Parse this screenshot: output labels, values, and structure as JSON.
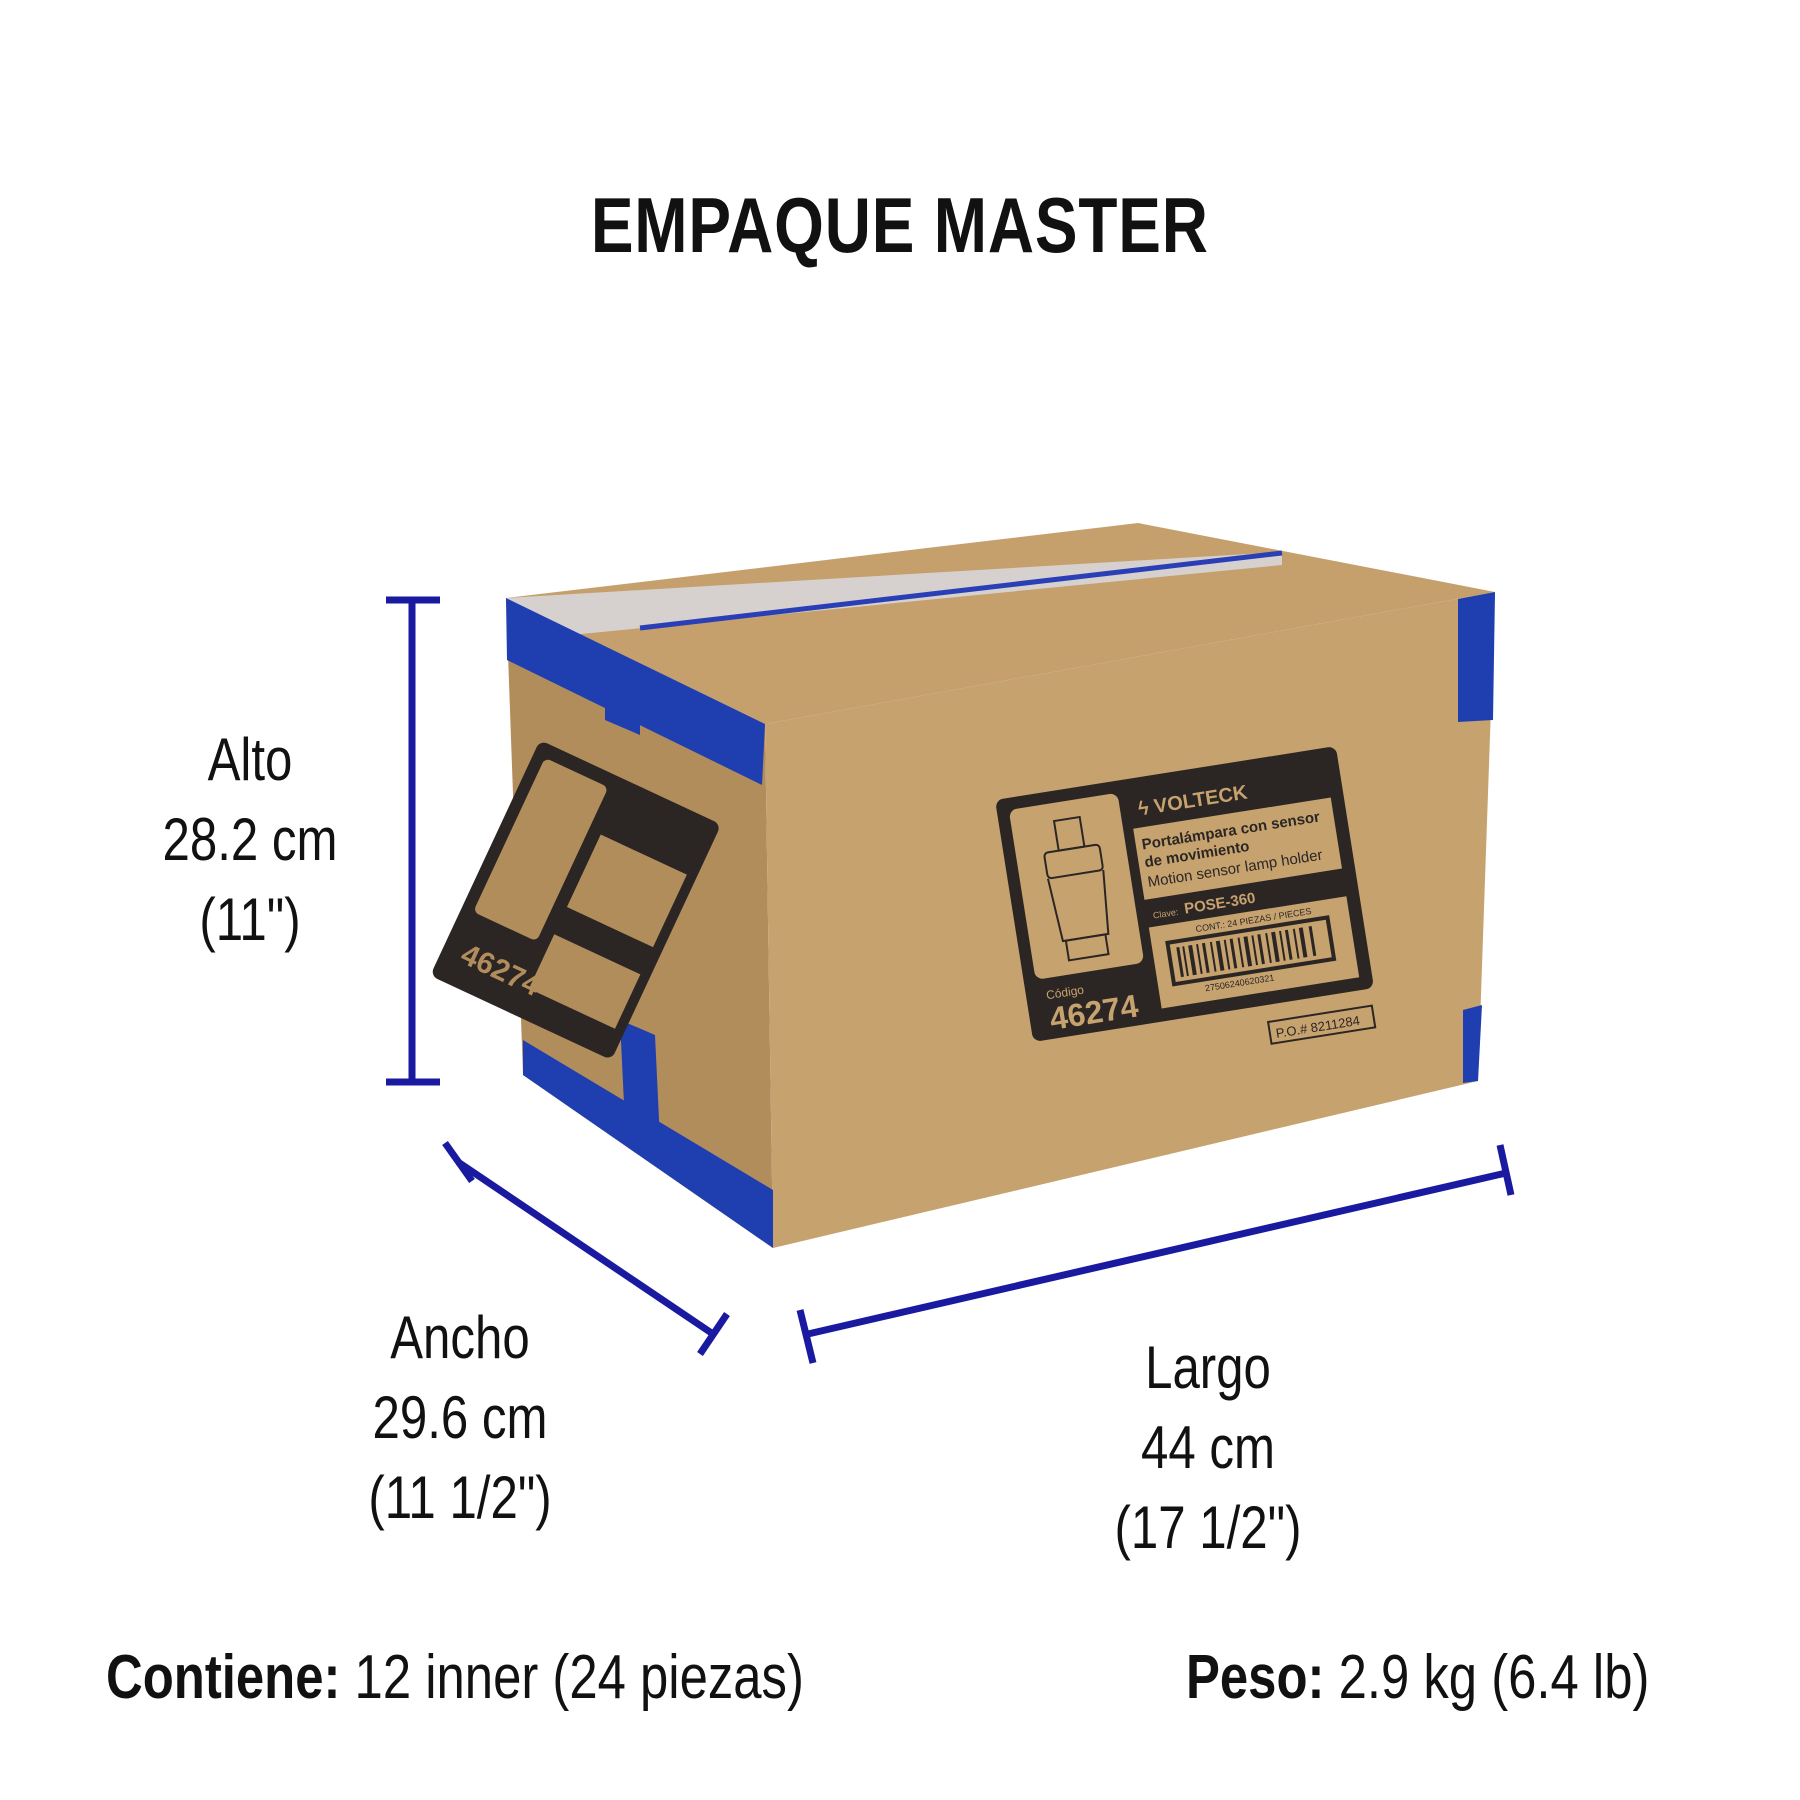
{
  "title": "EMPAQUE MASTER",
  "dimensions": {
    "alto": {
      "label": "Alto",
      "metric": "28.2 cm",
      "imperial": "(11\")"
    },
    "ancho": {
      "label": "Ancho",
      "metric": "29.6 cm",
      "imperial": "(11 1/2\")"
    },
    "largo": {
      "label": "Largo",
      "metric": "44 cm",
      "imperial": "(17 1/2\")"
    }
  },
  "contents": {
    "label": "Contiene:",
    "value": "12 inner (24 piezas)"
  },
  "weight": {
    "label": "Peso:",
    "value": "2.9 kg (6.4 lb)"
  },
  "box_label": {
    "brand": "VOLTECK",
    "product_es_1": "Portalámpara con sensor",
    "product_es_2": "de movimiento",
    "product_en": "Motion sensor lamp holder",
    "clave_label": "Clave:",
    "clave": "POSE-360",
    "cont": "CONT.: 24 PIEZAS / PIECES",
    "barcode_number": "27506240620321",
    "codigo_label": "Código",
    "codigo": "46274",
    "po": "P.O.#  8211284"
  },
  "colors": {
    "dimension_line": "#1a1aa0",
    "cardboard": "#c9a574",
    "tape": "#1f3fb0",
    "label_ink": "#2b2624"
  }
}
